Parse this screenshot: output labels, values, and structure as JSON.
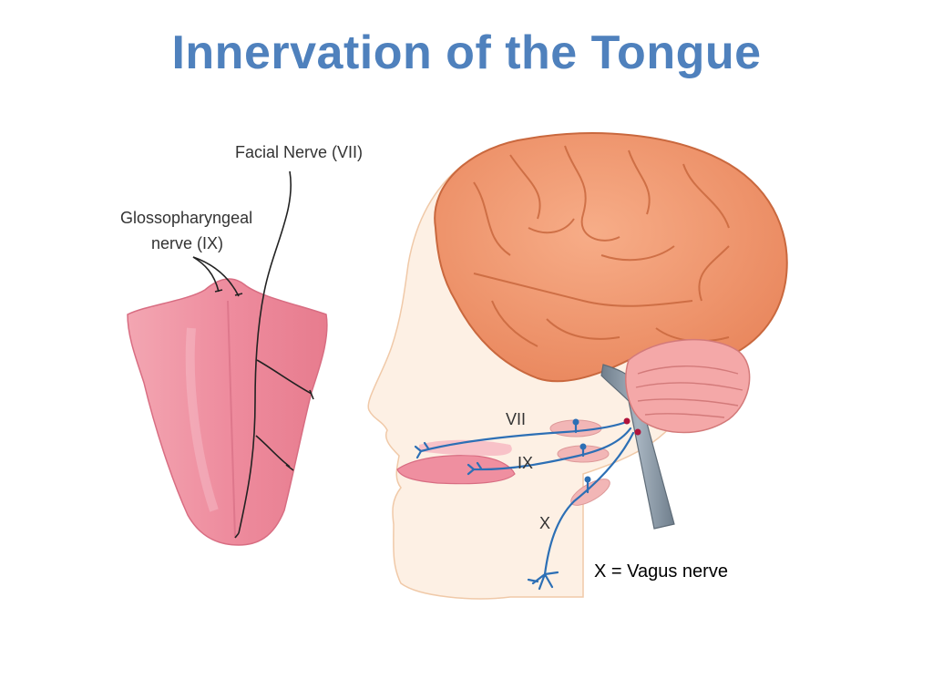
{
  "slide": {
    "title": "Innervation of the Tongue"
  },
  "labels": {
    "facial_nerve": "Facial Nerve (VII)",
    "glosso_line1": "Glossopharyngeal",
    "glosso_line2": "nerve (IX)",
    "nerve_vii": "VII",
    "nerve_ix": "IX",
    "nerve_x": "X"
  },
  "caption": "X = Vagus nerve",
  "colors": {
    "title": "#4f81bd",
    "brain": "#f09a72",
    "cerebellum": "#f2a6a6",
    "tongue": "#ef8fa0",
    "skin": "#fbe8d8",
    "nerve": "#2c6fb5",
    "brainstem": "#8a9aa8"
  }
}
